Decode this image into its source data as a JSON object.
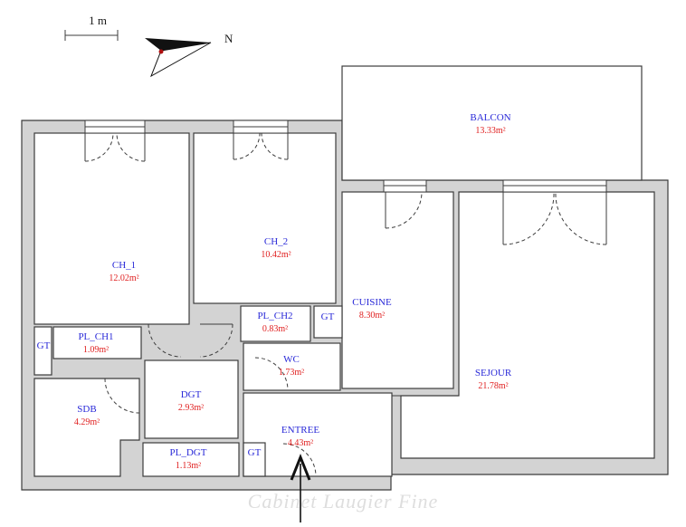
{
  "scale_label": "1 m",
  "north_label": "N",
  "watermark": "Cabinet Laugier Fine",
  "rooms": {
    "balcon": {
      "name": "BALCON",
      "area": "13.33m²"
    },
    "ch1": {
      "name": "CH_1",
      "area": "12.02m²"
    },
    "ch2": {
      "name": "CH_2",
      "area": "10.42m²"
    },
    "cuisine": {
      "name": "CUISINE",
      "area": "8.30m²"
    },
    "sejour": {
      "name": "SEJOUR",
      "area": "21.78m²"
    },
    "pl_ch1": {
      "name": "PL_CH1",
      "area": "1.09m²"
    },
    "pl_ch2": {
      "name": "PL_CH2",
      "area": "0.83m²"
    },
    "wc": {
      "name": "WC",
      "area": "1.73m²"
    },
    "sdb": {
      "name": "SDB",
      "area": "4.29m²"
    },
    "dgt": {
      "name": "DGT",
      "area": "2.93m²"
    },
    "entree": {
      "name": "ENTREE",
      "area": "4.43m²"
    },
    "pl_dgt": {
      "name": "PL_DGT",
      "area": "1.13m²"
    }
  },
  "gt_label": "GT"
}
